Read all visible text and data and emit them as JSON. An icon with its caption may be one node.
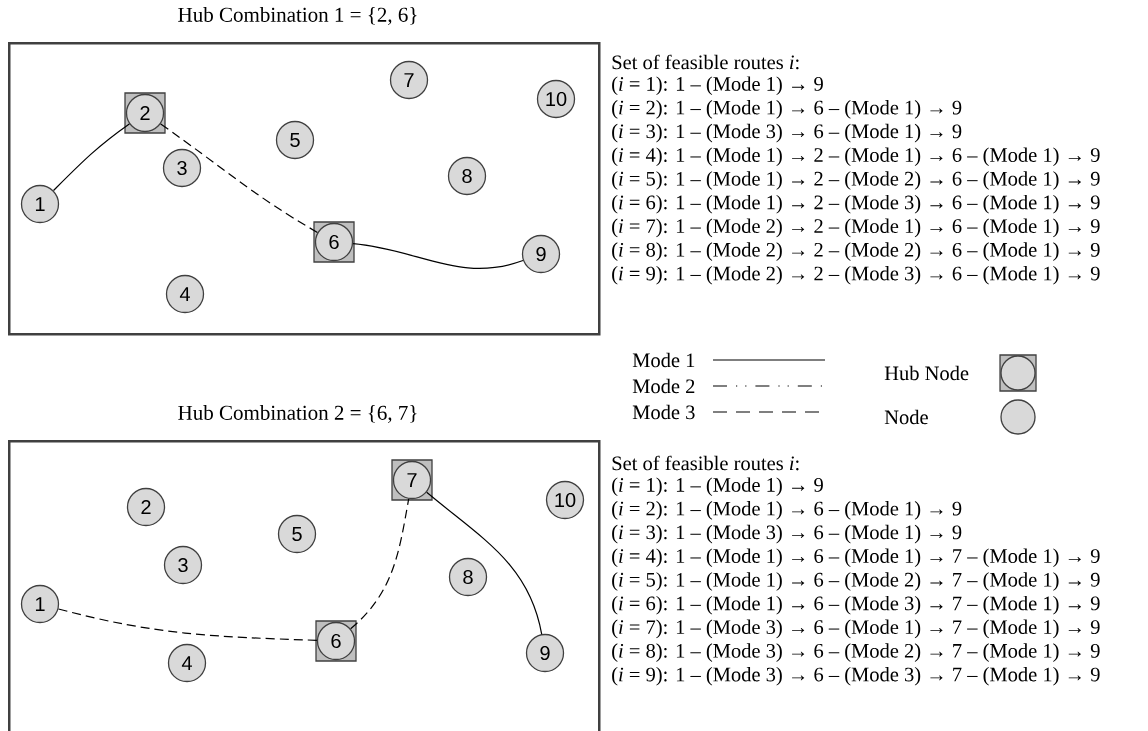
{
  "diagram": {
    "nodes": [
      {
        "text": [
          "Hub Combination 1 = {2, 6}"
        ]
      },
      {
        "text": [
          "1"
        ],
        "in": 0
      },
      {
        "text": [],
        "shape": "box",
        "in": 0
      },
      {
        "text": [
          "2"
        ],
        "in": 2
      },
      {
        "text": [
          "3"
        ],
        "in": 0
      },
      {
        "text": [
          "4"
        ],
        "in": 0
      },
      {
        "text": [
          "5"
        ],
        "in": 0
      },
      {
        "text": [],
        "shape": "box",
        "in": 0
      },
      {
        "text": [
          "6"
        ],
        "in": 7
      },
      {
        "text": [
          "7"
        ],
        "in": 0
      },
      {
        "text": [
          "8"
        ],
        "in": 0
      },
      {
        "text": [
          "9"
        ],
        "in": 0
      },
      {
        "text": [
          "10"
        ],
        "in": 0
      },
      {
        "text": [
          "Hub Combination 2 = {6, 7}"
        ]
      },
      {
        "text": [
          "1"
        ],
        "in": 13
      },
      {
        "text": [
          "2"
        ],
        "in": 13
      },
      {
        "text": [
          "3"
        ],
        "in": 13
      },
      {
        "text": [
          "4"
        ],
        "in": 13
      },
      {
        "text": [
          "5"
        ],
        "in": 13
      },
      {
        "text": [],
        "shape": "box",
        "in": 13
      },
      {
        "text": [
          "6"
        ],
        "in": 19
      },
      {
        "text": [],
        "shape": "box",
        "in": 13
      },
      {
        "text": [
          "7"
        ],
        "in": 21
      },
      {
        "text": [
          "8"
        ],
        "in": 13
      },
      {
        "text": [
          "9"
        ],
        "in": 13
      },
      {
        "text": [
          "10"
        ],
        "in": 13
      }
    ],
    "edges": [
      {
        "from": 1,
        "to": 3,
        "arrow": "none"
      },
      {
        "from": 3,
        "to": 8,
        "arrow": "none",
        "style": "dashed"
      },
      {
        "from": 8,
        "to": 11,
        "arrow": "none"
      },
      {
        "from": 14,
        "to": 20,
        "arrow": "none",
        "style": "dashed"
      },
      {
        "from": 20,
        "to": 22,
        "arrow": "none",
        "style": "dashed"
      },
      {
        "from": 22,
        "to": 24,
        "arrow": "none"
      }
    ],
    "labels": [
      "Set of feasible routes *i*:",
      "(*i* = 1): 1 – (Mode 1) → 9",
      "(*i* = 2): 1 – (Mode 1) → 6 – (Mode 1) → 9",
      "(*i* = 3): 1 – (Mode 3) → 6 – (Mode 1) → 9",
      "(*i* = 4): 1 – (Mode 1) → 2 – (Mode 1) → 6 – (Mode 1) → 9",
      "(*i* = 5): 1 – (Mode 1) → 2 – (Mode 2) → 6 – (Mode 1) → 9",
      "(*i* = 6): 1 – (Mode 1) → 2 – (Mode 3) → 6 – (Mode 1) → 9",
      "(*i* = 7): 1 – (Mode 2) → 2 – (Mode 1) → 6 – (Mode 1) → 9",
      "(*i* = 8): 1 – (Mode 2) → 2 – (Mode 2) → 6 – (Mode 1) → 9",
      "(*i* = 9): 1 – (Mode 2) → 2 – (Mode 3) → 6 – (Mode 1) → 9",
      "Set of feasible routes *i*:",
      "(*i* = 1): 1 – (Mode 1) → 9",
      "(*i* = 2): 1 – (Mode 1) → 6 – (Mode 1) → 9",
      "(*i* = 3): 1 – (Mode 3) → 6 – (Mode 1) → 9",
      "(*i* = 4): 1 – (Mode 1) → 6 – (Mode 1) → 7 – (Mode 1) → 9",
      "(*i* = 5): 1 – (Mode 1) → 6 – (Mode 2) → 7 – (Mode 1) → 9",
      "(*i* = 6): 1 – (Mode 1) → 6 – (Mode 3) → 7 – (Mode 1) → 9",
      "(*i* = 7): 1 – (Mode 3) → 6 – (Mode 1) → 7 – (Mode 1) → 9",
      "(*i* = 8): 1 – (Mode 3) → 6 – (Mode 2) → 7 – (Mode 1) → 9",
      "(*i* = 9): 1 – (Mode 3) → 6 – (Mode 3) → 7 – (Mode 1) → 9"
    ],
    "legend": [
      {
        "text": "Mode 1"
      },
      {
        "text": "Mode 2"
      },
      {
        "text": "Mode 3"
      },
      {
        "text": "Hub Node"
      },
      {
        "text": "Node"
      }
    ]
  }
}
